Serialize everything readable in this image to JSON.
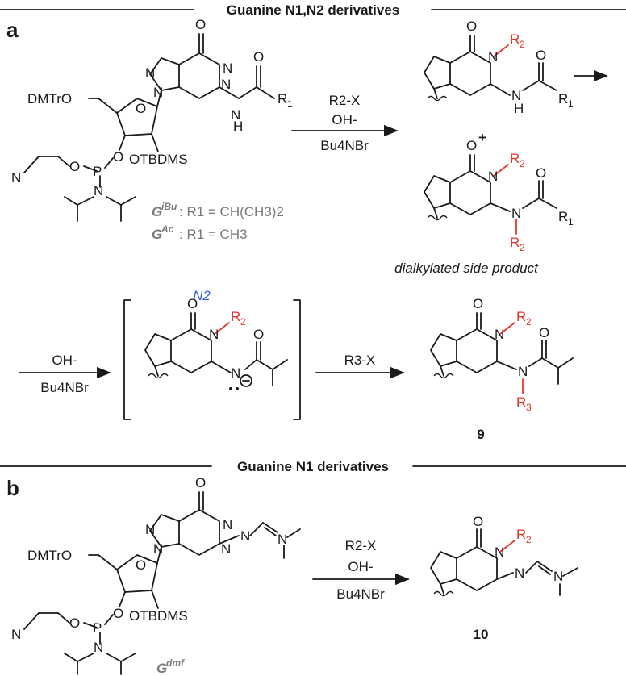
{
  "header_a": "Guanine N1,N2 derivatives",
  "header_b": "Guanine N1 derivatives",
  "panel_a": "a",
  "panel_b": "b",
  "atoms": {
    "O": "O",
    "N": "N",
    "H": "H",
    "R": "R",
    "X": "X",
    "dmtro": "DMTrO",
    "otbdms": "OTBDMS",
    "p": "P",
    "one": "1",
    "two": "2",
    "three": "3"
  },
  "reagents": {
    "alkyl": "R2-X",
    "base": "OH-",
    "ptc": "Bu4NBr",
    "alkyl3": "R3-X",
    "plus": "+"
  },
  "labels": {
    "gibu_main": "G",
    "gibu_sup": "iBu",
    "gibu_def": ": R1 = CH(CH3)2",
    "gac_main": "G",
    "gac_sup": "Ac",
    "gac_def": ": R1 = CH3",
    "dialkylated": "dialkylated side product",
    "n2_note": "N2",
    "gdmf_main": "G",
    "gdmf_sup": "dmf",
    "compound9": "9",
    "compound10": "10"
  },
  "colors": {
    "accent_red": "#e8352a",
    "note_blue": "#3a63d6",
    "gray": "#7a7a7a"
  }
}
